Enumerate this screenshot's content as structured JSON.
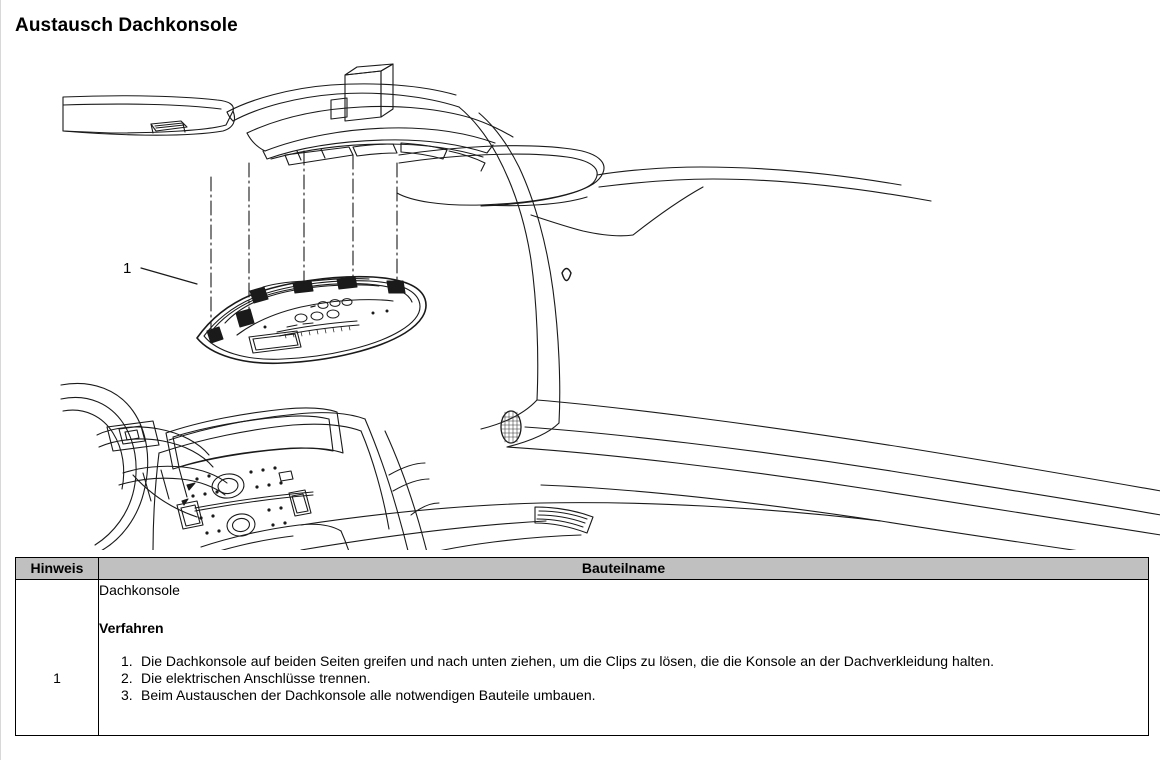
{
  "document": {
    "title": "Austausch Dachkonsole"
  },
  "illustration": {
    "name": "roof-console-removal-diagram",
    "callouts": [
      {
        "label": "1",
        "target": "Dachkonsole"
      }
    ]
  },
  "table": {
    "headers": {
      "hinweis": "Hinweis",
      "bauteilname": "Bauteilname"
    },
    "rows": [
      {
        "hinweis": "1",
        "part_name": "Dachkonsole",
        "section_heading": "Verfahren",
        "steps": [
          "Die Dachkonsole auf beiden Seiten greifen und nach unten ziehen, um die Clips zu lösen, die die Konsole an der Dachverkleidung halten.",
          "Die elektrischen Anschlüsse trennen.",
          "Beim Austauschen der Dachkonsole alle notwendigen Bauteile umbauen."
        ]
      }
    ]
  },
  "colors": {
    "header_bg": "#c0c0c0",
    "border": "#000000",
    "text": "#000000",
    "page_bg": "#ffffff"
  }
}
